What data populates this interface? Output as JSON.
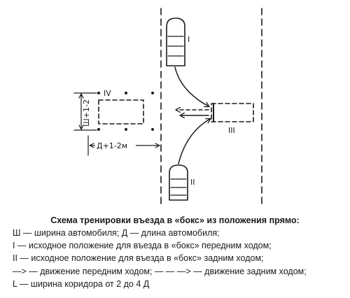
{
  "diagram": {
    "car_front_label": "I",
    "car_reverse_label": "II",
    "box_label": "III",
    "corridor_label": "IV",
    "width_dim_label": "Ш+1-2",
    "length_dim_label": "Д+1-2м"
  },
  "caption": {
    "title": "Схема тренировки въезда в «бокс» из положения прямо:",
    "lines": [
      "Ш — ширина автомобиля; Д — длина автомобиля;",
      "I — исходное положение для въезда в «бокс» передним ходом;",
      "II — исходное положение для въезда в «бокс» задним ходом;",
      "—> — движение передним ходом; — — —> — движение задним ходом;",
      "L — ширина коридора от 2 до 4 Д"
    ]
  }
}
